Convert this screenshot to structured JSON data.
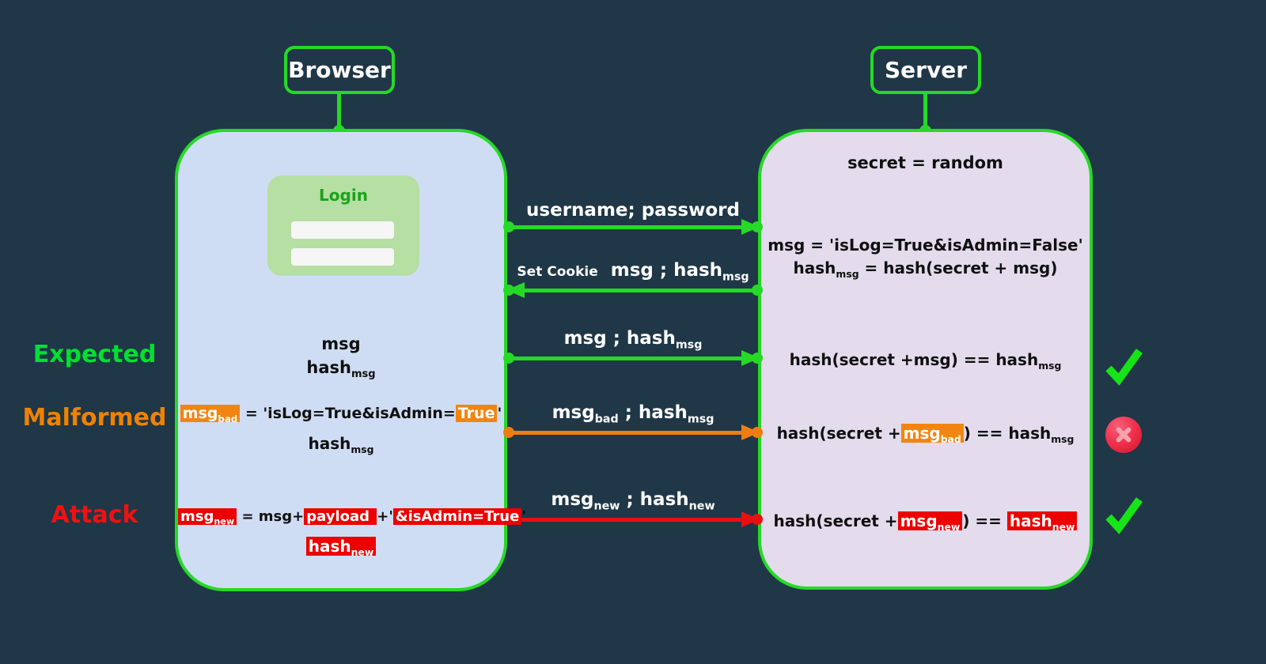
{
  "colors": {
    "background": "#1f3747",
    "green": "#26d926",
    "expected_label_green": "#00e030",
    "orange": "#f28511",
    "orange_arrow": "#f07d12",
    "red": "#ec0000",
    "red_arrow": "#e81010",
    "browser_fill": "#cfddf4",
    "server_fill": "#e4dbed",
    "login_fill": "#b5dfa3",
    "check_green": "#17e417"
  },
  "actors": {
    "browser": "Browser",
    "server": "Server"
  },
  "login": {
    "title": "Login"
  },
  "server_state": {
    "secret": "secret = random",
    "init": [
      [
        {
          "t": "msg = 'isLog=True&isAdmin=False'"
        }
      ],
      [
        {
          "t": "hash",
          "sub": "msg"
        },
        {
          "t": " = hash(secret + msg)"
        }
      ]
    ]
  },
  "messages": {
    "credentials": {
      "segments": [
        {
          "t": "username; password"
        }
      ]
    },
    "set_cookie": {
      "prefix": "Set Cookie",
      "segments": [
        {
          "t": "msg ; hash",
          "sub": "msg"
        }
      ]
    },
    "expected": {
      "segments": [
        {
          "t": "msg ; hash",
          "sub": "msg"
        }
      ]
    },
    "malformed": {
      "segments": [
        {
          "t": "msg",
          "sub": "bad"
        },
        {
          "t": " ; hash",
          "sub": "msg"
        }
      ]
    },
    "attack": {
      "segments": [
        {
          "t": "msg",
          "sub": "new"
        },
        {
          "t": " ; hash",
          "sub": "new"
        }
      ]
    }
  },
  "rows": {
    "expected": {
      "label": "Expected",
      "client": [
        [
          {
            "t": "msg"
          }
        ],
        [
          {
            "t": "hash",
            "sub": "msg"
          }
        ]
      ],
      "server": [
        {
          "t": "hash(secret +msg) == hash",
          "sub": "msg"
        }
      ],
      "result": "pass"
    },
    "malformed": {
      "label": "Malformed",
      "client": [
        [
          {
            "t": "msg",
            "sub": "bad",
            "hl": "orange"
          },
          {
            "t": " = 'isLog=True&isAdmin="
          },
          {
            "t": "True",
            "hl": "orange"
          },
          {
            "t": "'"
          }
        ],
        [
          {
            "t": "hash",
            "sub": "msg"
          }
        ]
      ],
      "server": [
        {
          "t": "hash(secret +"
        },
        {
          "t": "msg",
          "sub": "bad",
          "hl": "orange"
        },
        {
          "t": ") == hash",
          "sub": "msg"
        }
      ],
      "result": "fail"
    },
    "attack": {
      "label": "Attack",
      "client": [
        [
          {
            "t": "msg",
            "sub": "new",
            "hl": "red"
          },
          {
            "t": " = msg+"
          },
          {
            "t": "payload ",
            "hl": "red"
          },
          {
            "t": " +'"
          },
          {
            "t": "&isAdmin=True",
            "hl": "red"
          },
          {
            "t": "'"
          }
        ],
        [
          {
            "t": "hash",
            "sub": "new",
            "hl": "red"
          }
        ]
      ],
      "server": [
        {
          "t": "hash(secret +"
        },
        {
          "t": "msg",
          "sub": "new",
          "hl": "red"
        },
        {
          "t": ") == "
        },
        {
          "t": "hash",
          "sub": "new",
          "hl": "red"
        }
      ],
      "result": "pass"
    }
  }
}
